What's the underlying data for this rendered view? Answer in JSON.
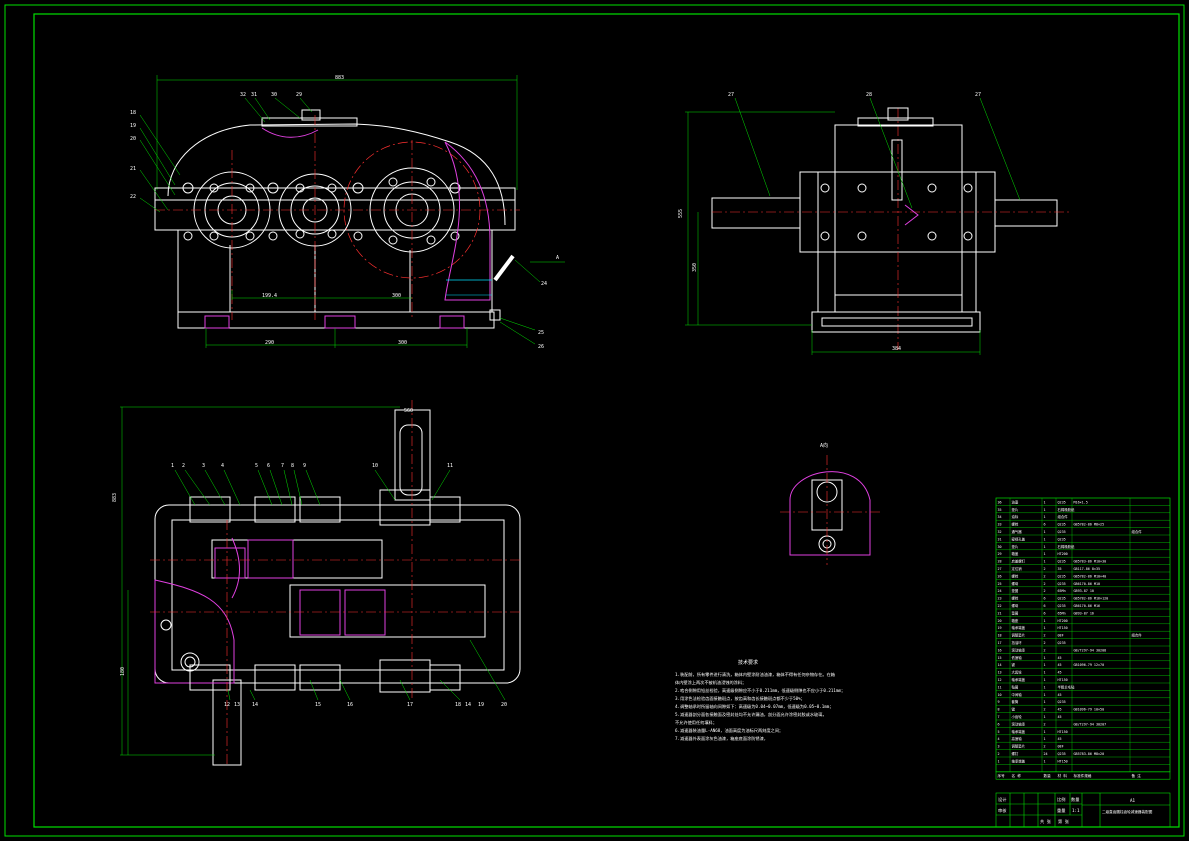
{
  "drawing": {
    "colors": {
      "background": "#000000",
      "frame": "#00e000",
      "outline": "#ffffff",
      "centerline": "#ff3030",
      "dimension": "#00e000",
      "leader": "#00e000",
      "hatch": "#e040e0",
      "text": "#ffffff",
      "accent": "#ffff00"
    },
    "front_view": {
      "overall_dim": "883",
      "base_dims": [
        "290",
        "300"
      ],
      "center_dims": [
        "199.4",
        "300"
      ],
      "balloons_top": [
        "32",
        "31",
        "30",
        "29"
      ],
      "balloons_left": [
        "18",
        "19",
        "20",
        "21",
        "22"
      ],
      "balloons_right": [
        "24",
        "25",
        "26"
      ],
      "section_marker": "A"
    },
    "side_view": {
      "height_dims": [
        "555",
        "350"
      ],
      "width_dim": "384",
      "balloons": [
        "27",
        "28",
        "27"
      ]
    },
    "plan_view": {
      "overall_width": "883",
      "left_height": "180",
      "right_height": "560",
      "balloons_top": [
        "1",
        "2",
        "3",
        "4",
        "5",
        "6",
        "7",
        "8",
        "9",
        "10",
        "11"
      ],
      "balloons_bottom": [
        "12",
        "13",
        "14",
        "15",
        "16",
        "17",
        "18",
        "14",
        "19",
        "20"
      ]
    },
    "detail_view": {
      "label": "A向"
    },
    "notes": {
      "title": "技术要求",
      "lines": [
        "1.装配前，所有零件进行清洗，箱体内壁涂耐油油漆，箱体不得有任何杂物存在。在箱",
        "  体内壁涂上两次不被机油浸蚀的涂料；",
        "2.啮合侧隙用铅丝检验，高速级侧隙应不小于0.211mm，低速级侧隙也不应小于0.211mm；",
        "3.用涂色法检验齿面接触斑点，按齿高和齿长接触斑点都不少于50%；",
        "4.调整轴承时所留轴向间隙如下：高速级为0.04~0.07mm，低速级为0.05~0.1mm；",
        "5.减速器剖分面各接触面及密封处均不允许漏油，剖分面允许涂密封胶或水玻璃，",
        "  不允许使用任何填料；",
        "6.减速器装油量L-AN68，油面高度为油标尺两刻度之间；",
        "7.减速器外表面涂灰色油漆，箱座底面涂防锈漆，"
      ]
    },
    "bom": {
      "rows": [
        [
          "36",
          "油塞",
          "1",
          "Q235",
          "M16×1.5",
          ""
        ],
        [
          "35",
          "垫片",
          "1",
          "石棉橡胶纸",
          "",
          ""
        ],
        [
          "34",
          "油标",
          "1",
          "组合件",
          "",
          ""
        ],
        [
          "33",
          "螺栓",
          "6",
          "Q235",
          "GB5782-86 M8×25",
          ""
        ],
        [
          "32",
          "通气器",
          "1",
          "Q235",
          "",
          "组合件"
        ],
        [
          "31",
          "窥视孔盖",
          "1",
          "Q235",
          "",
          ""
        ],
        [
          "30",
          "垫片",
          "1",
          "石棉橡胶纸",
          "",
          ""
        ],
        [
          "29",
          "箱盖",
          "1",
          "HT200",
          "",
          ""
        ],
        [
          "28",
          "启盖螺钉",
          "1",
          "Q235",
          "GB5783-86 M10×30",
          ""
        ],
        [
          "27",
          "定位销",
          "2",
          "35",
          "GB117-86 8×35",
          ""
        ],
        [
          "26",
          "螺栓",
          "2",
          "Q235",
          "GB5782-86 M10×40",
          ""
        ],
        [
          "25",
          "螺母",
          "2",
          "Q235",
          "GB6170-86 M10",
          ""
        ],
        [
          "24",
          "垫圈",
          "2",
          "65Mn",
          "GB93-87 10",
          ""
        ],
        [
          "23",
          "螺栓",
          "6",
          "Q235",
          "GB5782-86 M16×120",
          ""
        ],
        [
          "22",
          "螺母",
          "6",
          "Q235",
          "GB6170-86 M16",
          ""
        ],
        [
          "21",
          "垫圈",
          "6",
          "65Mn",
          "GB93-87 16",
          ""
        ],
        [
          "20",
          "箱座",
          "1",
          "HT200",
          "",
          ""
        ],
        [
          "19",
          "轴承端盖",
          "1",
          "HT150",
          "",
          ""
        ],
        [
          "18",
          "调整垫片",
          "2",
          "08F",
          "",
          "组合件"
        ],
        [
          "17",
          "挡油环",
          "2",
          "Q235",
          "",
          ""
        ],
        [
          "16",
          "滚动轴承",
          "2",
          "",
          "GB/T297-94 30208",
          ""
        ],
        [
          "15",
          "低速轴",
          "1",
          "45",
          "",
          ""
        ],
        [
          "14",
          "键",
          "1",
          "45",
          "GB1096-79 12×70",
          ""
        ],
        [
          "13",
          "大齿轮",
          "1",
          "45",
          "",
          ""
        ],
        [
          "12",
          "轴承端盖",
          "1",
          "HT150",
          "",
          ""
        ],
        [
          "11",
          "毡圈",
          "1",
          "半粗羊毛毡",
          "",
          ""
        ],
        [
          "10",
          "中间轴",
          "1",
          "45",
          "",
          ""
        ],
        [
          "9",
          "套筒",
          "1",
          "Q235",
          "",
          ""
        ],
        [
          "8",
          "键",
          "2",
          "45",
          "GB1096-79 10×50",
          ""
        ],
        [
          "7",
          "小齿轮",
          "1",
          "45",
          "",
          ""
        ],
        [
          "6",
          "滚动轴承",
          "2",
          "",
          "GB/T297-94 30207",
          ""
        ],
        [
          "5",
          "轴承端盖",
          "1",
          "HT150",
          "",
          ""
        ],
        [
          "4",
          "高速轴",
          "1",
          "45",
          "",
          ""
        ],
        [
          "3",
          "调整垫片",
          "2",
          "08F",
          "",
          ""
        ],
        [
          "2",
          "螺钉",
          "24",
          "Q235",
          "GB5783-86 M8×20",
          ""
        ],
        [
          "1",
          "轴承端盖",
          "1",
          "HT150",
          "",
          ""
        ]
      ],
      "header": [
        "序号",
        "名 称",
        "数量",
        "材 料",
        "标准件规格",
        "备 注"
      ]
    },
    "title_block": {
      "design_title": "二级直齿圆柱齿轮减速器装配图",
      "scale": "1:1",
      "labels": [
        "设计",
        "审核",
        "比例",
        "数量",
        "重量",
        "共 张",
        "第 张"
      ],
      "drawing_no": "A1"
    }
  }
}
